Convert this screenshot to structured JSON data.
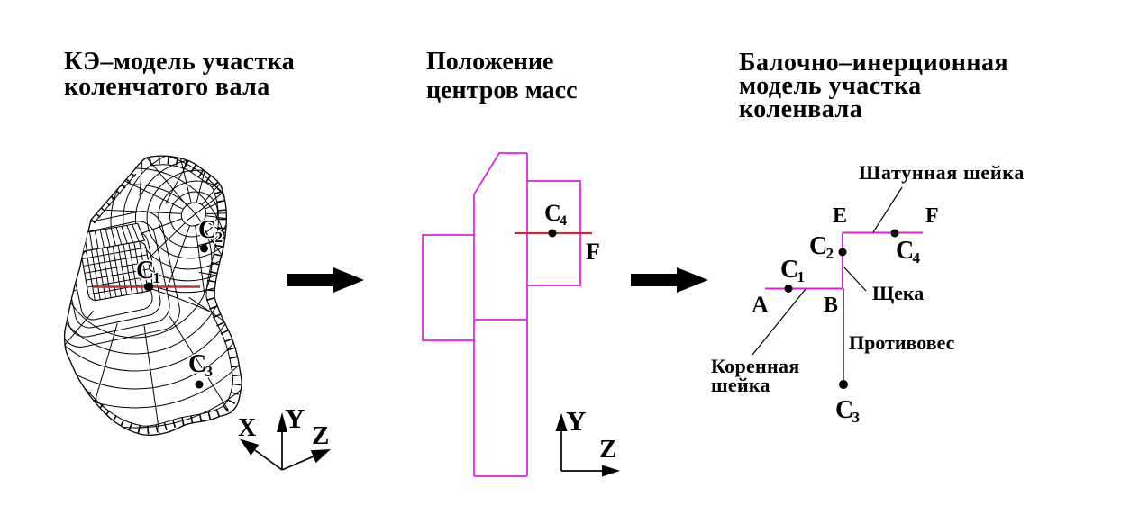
{
  "figure": {
    "background": "#ffffff",
    "colors": {
      "magenta": "#dd22dd",
      "red": "#bb3333",
      "black": "#000000"
    },
    "panel_fe_model": {
      "title_line1": "КЭ–модель участка",
      "title_line2": "коленчатого вала",
      "mass_centers": {
        "c1": {
          "letter": "C",
          "sub": "1"
        },
        "c2": {
          "letter": "C",
          "sub": "2"
        },
        "c3": {
          "letter": "C",
          "sub": "3"
        }
      },
      "axes": {
        "x": "X",
        "y": "Y",
        "z": "Z"
      }
    },
    "panel_mass_centers": {
      "title_line1": "Положение",
      "title_line2": "центров масс",
      "mass_centers": {
        "c4": {
          "letter": "C",
          "sub": "4"
        }
      },
      "node_f": "F",
      "axes": {
        "y": "Y",
        "z": "Z"
      }
    },
    "panel_beam_model": {
      "title_line1": "Балочно–инерционная",
      "title_line2": "модель участка",
      "title_line3": "коленвала",
      "nodes": {
        "a": "A",
        "b": "B",
        "e": "E",
        "f": "F"
      },
      "mass_centers": {
        "c1": {
          "letter": "C",
          "sub": "1"
        },
        "c2": {
          "letter": "C",
          "sub": "2"
        },
        "c3": {
          "letter": "C",
          "sub": "3"
        },
        "c4": {
          "letter": "C",
          "sub": "4"
        }
      },
      "annotations": {
        "crankpin": "Шатунная шейка",
        "web": "Щека",
        "counterweight": "Противовес",
        "main_journal_line1": "Коренная",
        "main_journal_line2": "шейка"
      }
    }
  }
}
